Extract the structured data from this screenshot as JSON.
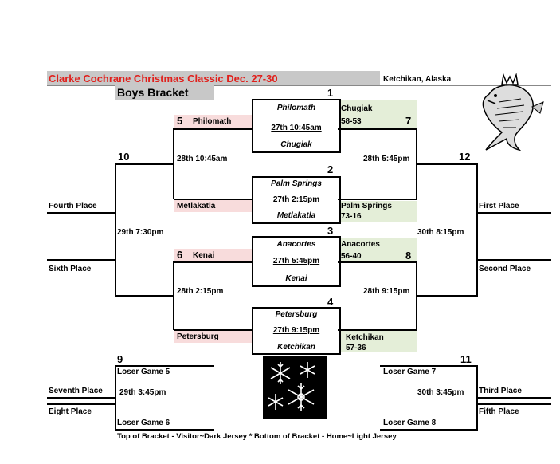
{
  "header": {
    "title": "Clarke Cochrane Christmas Classic Dec. 27-30",
    "location": "Ketchikan, Alaska",
    "subtitle": "Boys Bracket",
    "title_color": "#e0201c",
    "title_bg": "#c8c8c8"
  },
  "games": {
    "g1": {
      "num": "1",
      "top": "Philomath",
      "time": "27th 10:45am",
      "bottom": "Chugiak"
    },
    "g2": {
      "num": "2",
      "top": "Palm Springs",
      "time": "27th 2:15pm",
      "bottom": "Metlakatla"
    },
    "g3": {
      "num": "3",
      "top": "Anacortes",
      "time": "27th  5:45pm",
      "bottom": "Kenai"
    },
    "g4": {
      "num": "4",
      "top": "Petersburg",
      "time": "27th  9:15pm",
      "bottom": "Ketchikan"
    },
    "g5": {
      "num": "5",
      "team": "Philomath",
      "loser": "Metlakatla",
      "time": "28th 10:45am"
    },
    "g6": {
      "num": "6",
      "team": "Kenai",
      "loser": "Petersburg",
      "time": "28th 2:15pm"
    },
    "g7": {
      "num": "7",
      "winner_top": "Chugiak",
      "score_top": "58-53",
      "winner_bottom": "Palm Springs",
      "score_bottom": "73-16",
      "time": "28th 5:45pm"
    },
    "g8": {
      "num": "8",
      "winner_top": "Anacortes",
      "score_top": "56-40",
      "winner_bottom": "Ketchikan",
      "score_bottom": "57-36",
      "time": "28th 9:15pm"
    },
    "g10": {
      "num": "10",
      "time": "29th 7:30pm",
      "top_place": "Fourth Place",
      "bottom_place": "Sixth Place"
    },
    "g12": {
      "num": "12",
      "time": "30th 8:15pm",
      "top_place": "First Place",
      "bottom_place": "Second Place"
    },
    "g9": {
      "num": "9",
      "top": "Loser Game 5",
      "bottom": "Loser Game 6",
      "time": "29th 3:45pm",
      "top_place": "Seventh Place",
      "bottom_place": "Eight Place"
    },
    "g11": {
      "num": "11",
      "top": "Loser Game 7",
      "bottom": "Loser Game 8",
      "time": "30th 3:45pm",
      "top_place": "Third Place",
      "bottom_place": "Fifth Place"
    }
  },
  "footer": "Top of Bracket - Visitor~Dark Jersey * Bottom of Bracket - Home~Light Jersey",
  "icons": {
    "logo": "salmon-crown-icon",
    "snowflakes": "snowflakes-icon"
  },
  "colors": {
    "visitor_highlight": "#f8dcdc",
    "winner_highlight": "#e4eed8"
  }
}
